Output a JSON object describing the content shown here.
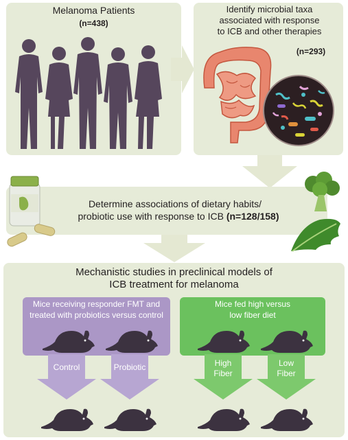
{
  "panels": {
    "patients": {
      "title": "Melanoma Patients",
      "n": "(n=438)"
    },
    "microbes": {
      "title_lines": [
        "Identify microbial taxa",
        "associated with response",
        "to ICB and other therapies"
      ],
      "n": "(n=293)"
    },
    "diet": {
      "line1": "Determine associations of dietary habits/",
      "line2": "probiotic use with response to ICB",
      "n": "(n=128/158)"
    },
    "mechanistic": {
      "title_line1": "Mechanistic studies in preclinical models of",
      "title_line2": "ICB treatment for melanoma",
      "left": {
        "header_line1": "Mice receiving responder FMT and",
        "header_line2": "treated with probiotics versus control",
        "arm1": "Control",
        "arm2": "Probiotic"
      },
      "right": {
        "header_line1": "Mice fed high versus",
        "header_line2": "low fiber diet",
        "arm1_line1": "High",
        "arm1_line2": "Fiber",
        "arm2_line1": "Low",
        "arm2_line2": "Fiber"
      }
    }
  },
  "colors": {
    "panel_bg": "#e6ebd8",
    "arrow": "#e4e8d2",
    "silhouette": "#56465c",
    "purple_box": "#ab97c6",
    "purple_arrow": "#b7a6d2",
    "green_box": "#6bc15e",
    "green_arrow": "#7dc96d",
    "mouse": "#3c3240"
  }
}
